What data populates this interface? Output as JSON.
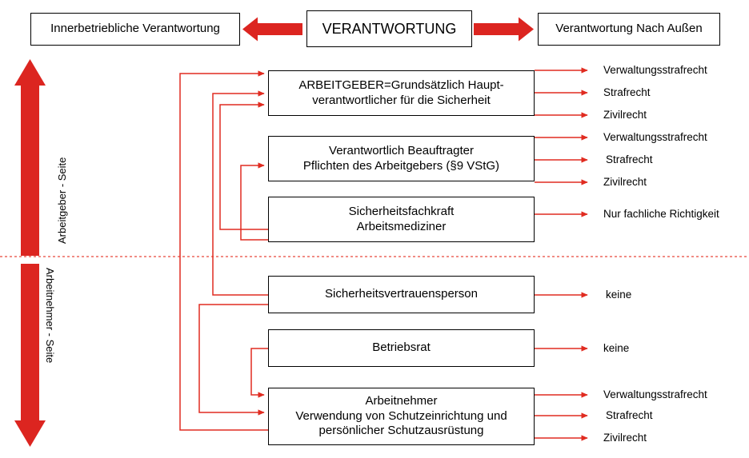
{
  "diagram": {
    "title_center": "VERANTWORTUNG",
    "header": {
      "left": "Innerbetriebliche Verantwortung",
      "center": "VERANTWORTUNG",
      "right": "Verantwortung Nach Außen"
    },
    "side_labels": {
      "employer": "Arbeitgeber - Seite",
      "employee": "Arbeitnehmer - Seite"
    },
    "nodes": [
      {
        "id": "arbeitgeber",
        "line1": "ARBEITGEBER=Grundsätzlich Haupt-",
        "line2": "verantwortlicher für die Sicherheit",
        "line3": ""
      },
      {
        "id": "beauftragter",
        "line1": "Verantwortlich Beauftragter",
        "line2": "Pflichten des Arbeitgebers (§9 VStG)",
        "line3": ""
      },
      {
        "id": "sicherheitsfachkraft",
        "line1": "Sicherheitsfachkraft",
        "line2": "Arbeitsmediziner",
        "line3": ""
      },
      {
        "id": "sicherheitsvertrauensperson",
        "line1": "Sicherheitsvertrauensperson",
        "line2": "",
        "line3": ""
      },
      {
        "id": "betriebsrat",
        "line1": "Betriebsrat",
        "line2": "",
        "line3": ""
      },
      {
        "id": "arbeitnehmer",
        "line1": "Arbeitnehmer",
        "line2": "Verwendung von Schutzeinrichtung und",
        "line3": "persönlicher Schutzausrüstung"
      }
    ],
    "outcomes": [
      {
        "id": "o1",
        "text": "Verwaltungsstrafrecht"
      },
      {
        "id": "o2",
        "text": "Strafrecht"
      },
      {
        "id": "o3",
        "text": "Zivilrecht"
      },
      {
        "id": "o4",
        "text": "Verwaltungsstrafrecht"
      },
      {
        "id": "o5",
        "text": "Strafrecht"
      },
      {
        "id": "o6",
        "text": "Zivilrecht"
      },
      {
        "id": "o7",
        "text": "Nur fachliche Richtigkeit"
      },
      {
        "id": "o8",
        "text": "keine"
      },
      {
        "id": "o9",
        "text": "keine"
      },
      {
        "id": "o10",
        "text": "Verwaltungsstrafrecht"
      },
      {
        "id": "o11",
        "text": "Strafrecht"
      },
      {
        "id": "o12",
        "text": "Zivilrecht"
      }
    ],
    "colors": {
      "accent_red": "#DC2520",
      "connector_red": "#E02B20",
      "divider_red": "#E8483A",
      "box_border": "#000000",
      "background": "#FFFFFF"
    }
  }
}
